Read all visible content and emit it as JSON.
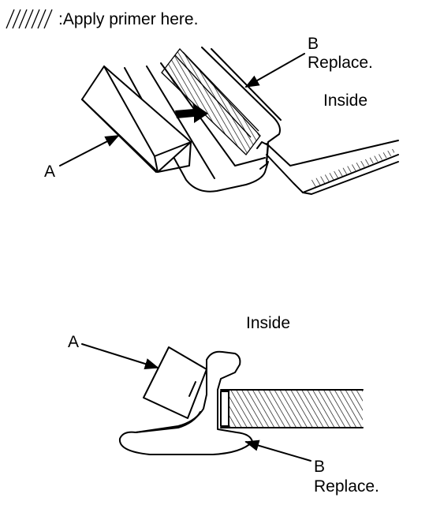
{
  "legend": {
    "text": ":Apply primer here.",
    "swatch_icon": "hatch-swatch-icon"
  },
  "top_view": {
    "label_a": "A",
    "label_b": "B",
    "label_b_note": "Replace.",
    "inside": "Inside"
  },
  "bottom_view": {
    "label_a": "A",
    "label_b": "B",
    "label_b_note": "Replace.",
    "inside": "Inside"
  }
}
